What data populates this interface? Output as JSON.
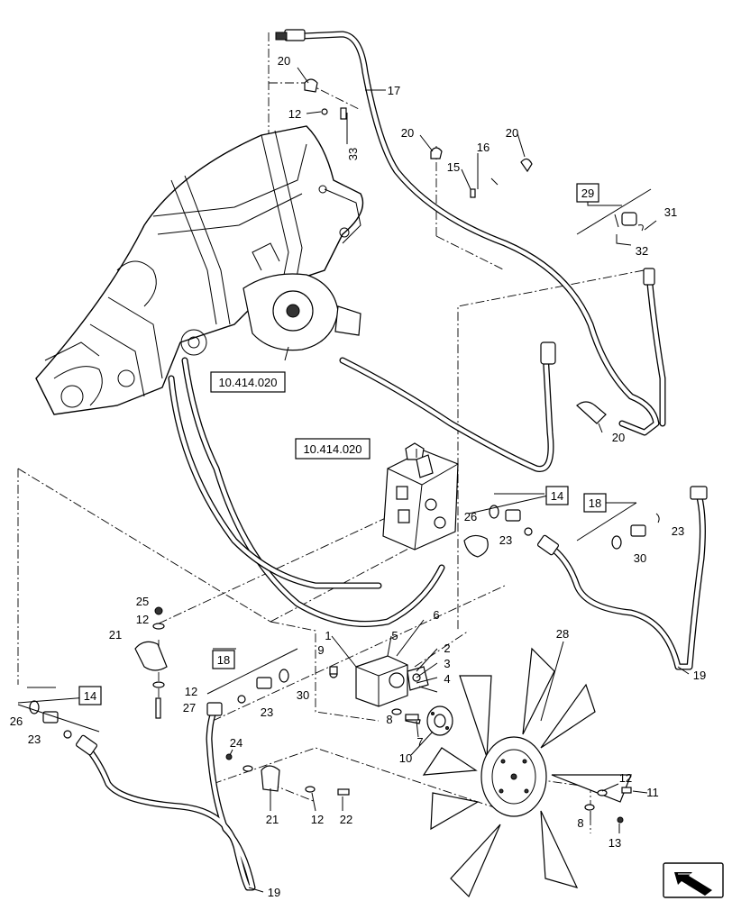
{
  "references": [
    {
      "id": "ref-upper",
      "text": "10.414.020"
    },
    {
      "id": "ref-lower",
      "text": "10.414.020"
    }
  ],
  "boxed_labels": [
    "29",
    "14",
    "18",
    "18",
    "14"
  ],
  "callouts": [
    "20",
    "12",
    "33",
    "17",
    "20",
    "16",
    "20",
    "15",
    "31",
    "32",
    "20",
    "26",
    "23",
    "30",
    "23",
    "25",
    "12",
    "21",
    "9",
    "6",
    "5",
    "1",
    "2",
    "3",
    "4",
    "28",
    "12",
    "30",
    "27",
    "23",
    "26",
    "23",
    "8",
    "7",
    "10",
    "24",
    "21",
    "12",
    "22",
    "12",
    "11",
    "8",
    "13",
    "19",
    "19"
  ],
  "colors": {
    "ink": "#000000",
    "background": "#ffffff"
  },
  "icons": [
    "direction-arrow-icon"
  ]
}
